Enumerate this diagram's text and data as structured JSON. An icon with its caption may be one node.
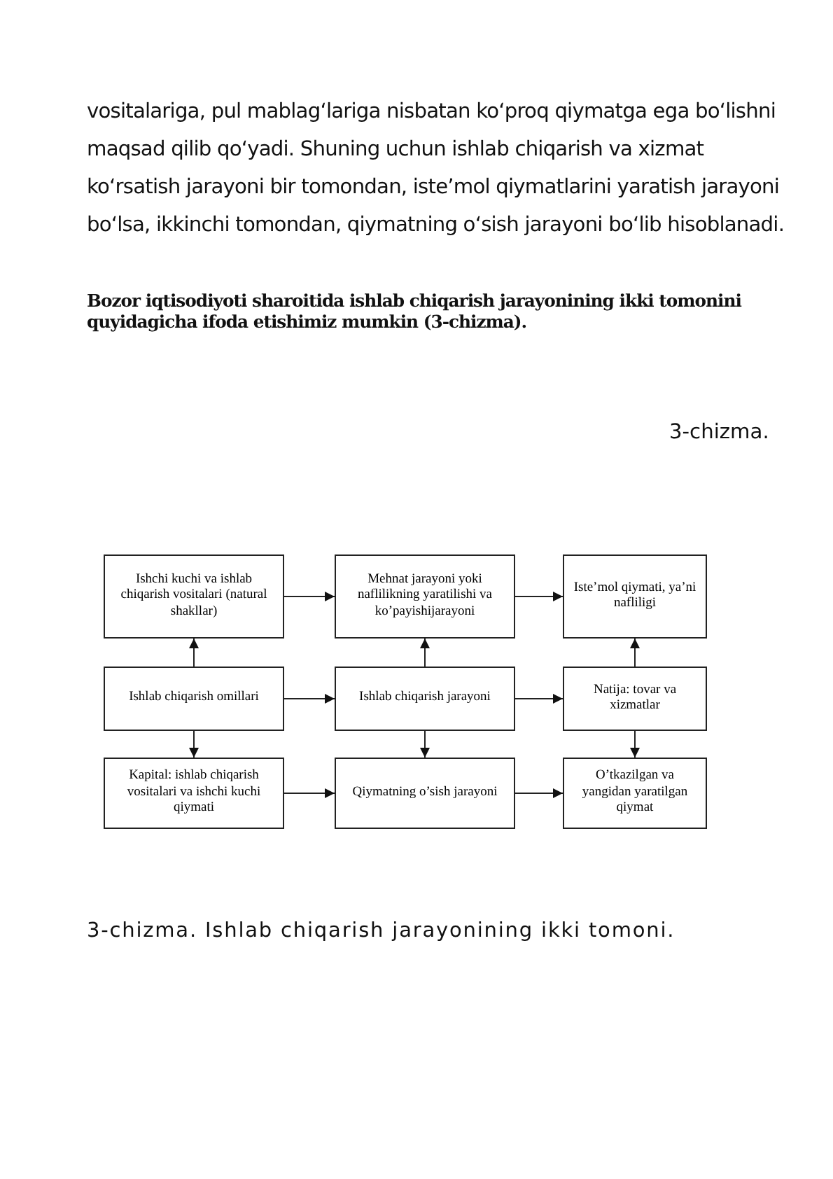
{
  "diagram": {
    "caption": "3-chizma. Ishlab chiqarish jarayonining ikki tomoni.",
    "nodes": [
      {
        "text": [
          "Ishchi kuchi va ishlab chiqarish vositalari (natural shakllar)"
        ]
      },
      {
        "text": [
          "Mehnat jarayoni yoki naflilikning yaratilishi va ko’payishijarayoni"
        ]
      },
      {
        "text": [
          "Iste’mol qiymati, ya’ni nafliligi"
        ]
      },
      {
        "text": [
          "Ishlab chiqarish omillari"
        ]
      },
      {
        "text": [
          "Ishlab chiqarish jarayoni"
        ]
      },
      {
        "text": [
          "Natija: tovar va xizmatlar"
        ]
      },
      {
        "text": [
          "Kapital: ishlab chiqarish vositalari va ishchi kuchi qiymati"
        ]
      },
      {
        "text": [
          "Qiymatning o’sish jarayoni"
        ]
      },
      {
        "text": [
          "O’tkazilgan va yangidan yaratilgan qiymat"
        ]
      }
    ],
    "edges": [
      {
        "from": 0,
        "to": 1,
        "arrow": "to"
      },
      {
        "from": 1,
        "to": 2,
        "arrow": "to"
      },
      {
        "from": 3,
        "to": 0,
        "arrow": "to"
      },
      {
        "from": 3,
        "to": 4,
        "arrow": "to"
      },
      {
        "from": 3,
        "to": 6,
        "arrow": "to"
      },
      {
        "from": 4,
        "to": 1,
        "arrow": "to"
      },
      {
        "from": 4,
        "to": 5,
        "arrow": "to"
      },
      {
        "from": 4,
        "to": 7,
        "arrow": "to"
      },
      {
        "from": 5,
        "to": 2,
        "arrow": "to"
      },
      {
        "from": 5,
        "to": 8,
        "arrow": "to"
      },
      {
        "from": 6,
        "to": 7,
        "arrow": "to"
      },
      {
        "from": 7,
        "to": 8,
        "arrow": "to"
      }
    ],
    "labels": [
      "vositalariga, pul mablag‘lariga nisbatan ko‘proq qiymatga ega bo‘lishni maqsad qilib qo‘yadi. Shuning uchun ishlab chiqarish va xizmat ko‘rsatish jarayoni bir tomondan, iste’mol qiymatlarini yaratish jarayoni bo‘lsa, ikkinchi tomondan, qiymatning o‘sish jarayoni bo‘lib hisoblanadi.",
      "Bozor iqtisodiyoti sharoitida ishlab chiqarish jarayonining ikki tomonini quyidagicha ifoda etishimiz mumkin (3-chizma).",
      "3-chizma."
    ]
  }
}
